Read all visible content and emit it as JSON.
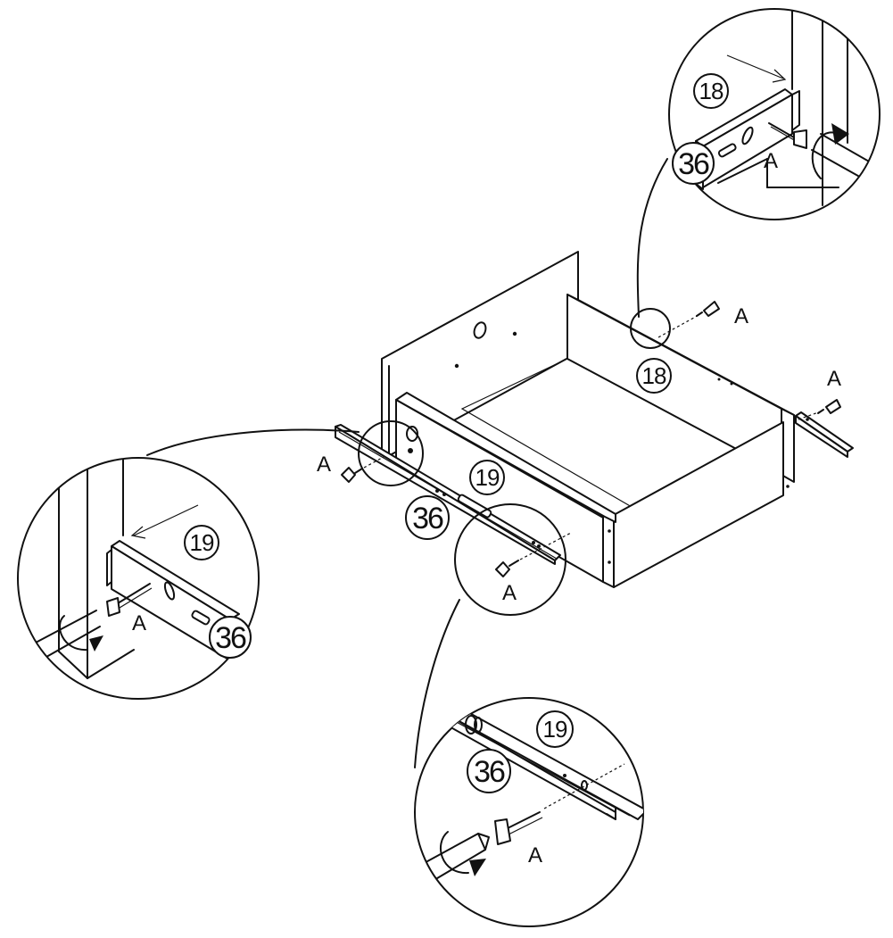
{
  "labels": {
    "part_18": "18",
    "part_19": "19",
    "part_36": "36",
    "screw_a": "A"
  },
  "colors": {
    "ink": "#111111",
    "paper": "#ffffff"
  },
  "icons": [
    "rotate-arrow-icon",
    "screw-icon",
    "screwdriver-icon",
    "drawer-slide-rail"
  ]
}
